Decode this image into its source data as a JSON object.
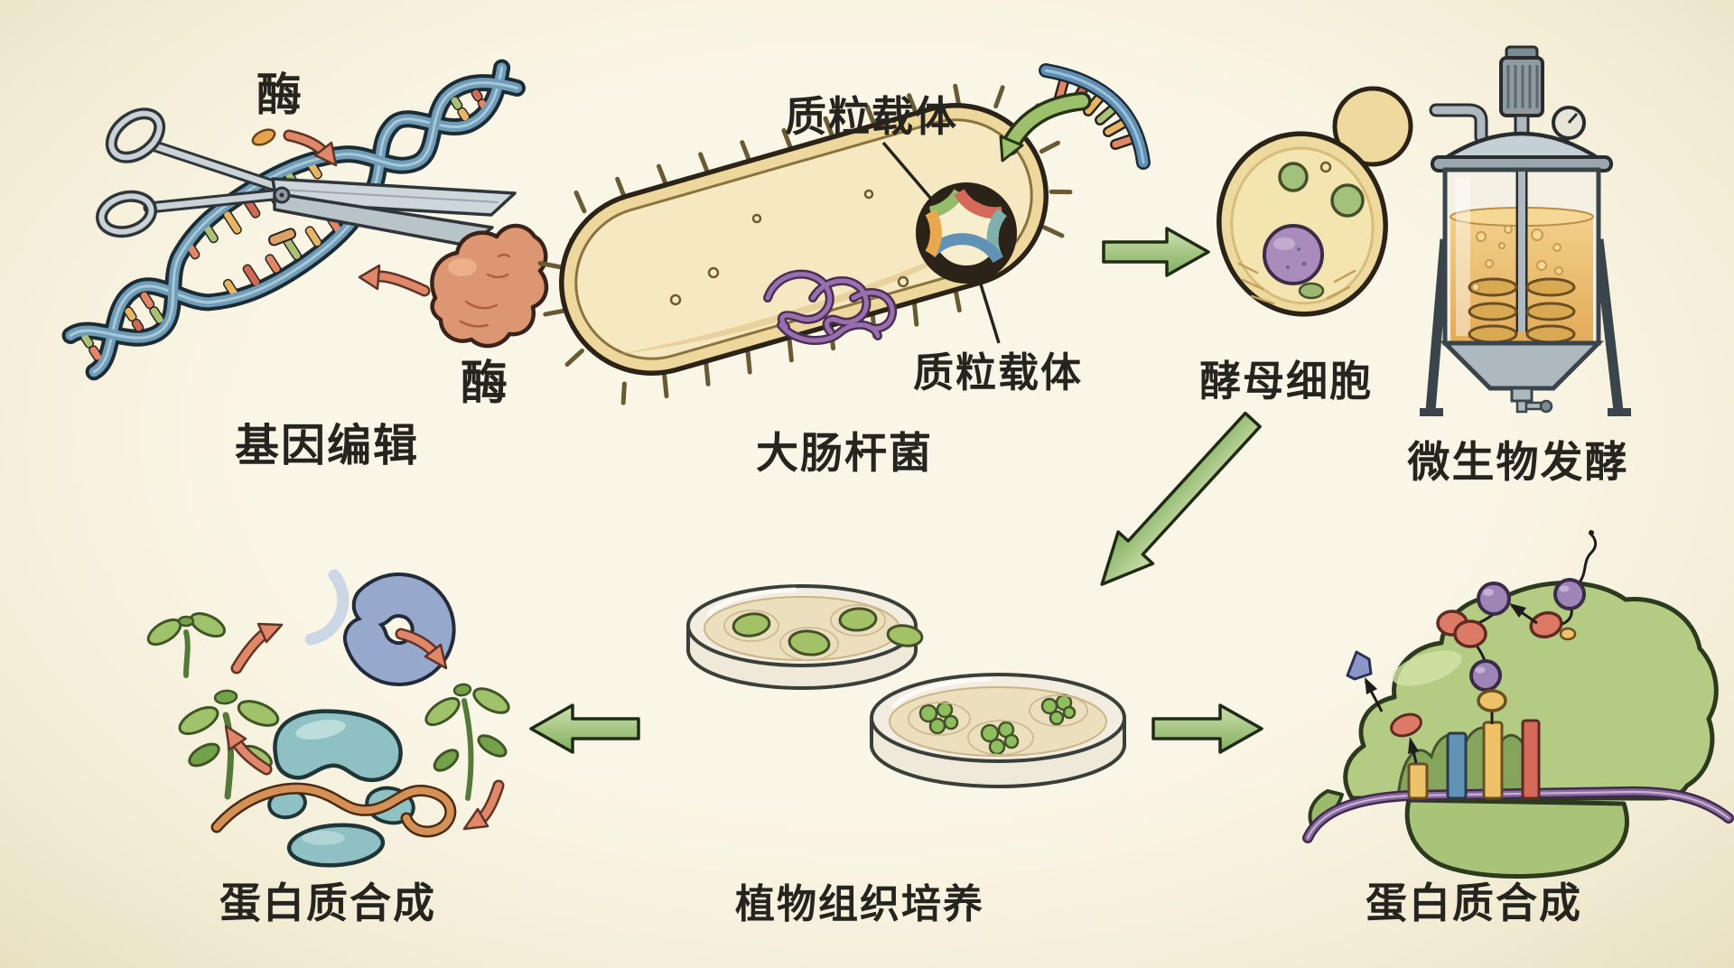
{
  "labels": {
    "enzyme_top": "酶",
    "enzyme_right": "酶",
    "gene_editing": "基因编辑",
    "plasmid_vector_top": "质粒载体",
    "plasmid_vector_bottom": "质粒载体",
    "ecoli": "大肠杆菌",
    "yeast_cell": "酵母细胞",
    "microbial_fermentation": "微生物发酵",
    "protein_synthesis_left": "蛋白质合成",
    "plant_tissue_culture": "植物组织培养",
    "protein_synthesis_right": "蛋白质合成"
  },
  "colors": {
    "background": "#f7f2df",
    "label_ink": "#26241f",
    "arrow_green": "#86b25e",
    "dna_blue": "#6f9cb8",
    "rung_salmon": "#e0876a",
    "rung_green": "#a9c079",
    "rung_yellow": "#e6b566",
    "rung_red": "#cf6a58",
    "enzyme_salmon": "#dd9672",
    "cell_tan": "#eed79c",
    "chromosome_purple": "#9a6fae",
    "plasmid_orange": "#e9a74e",
    "plasmid_blue": "#6292b5",
    "yeast_body": "#eeda9e",
    "nucleus_purple": "#a98cbb",
    "vacuole_green": "#9cbd74",
    "liquid_amber": "#ecbe72",
    "metal_gray": "#aeb9bf",
    "medium_beige": "#ecdfbe",
    "callus_green": "#a3c167",
    "antibody_blue": "#96a8cb",
    "ribosome_teal": "#8fc0c4",
    "ribosome_green": "#b3cb82",
    "mrna_purple": "#8a6a9d"
  },
  "figures": [
    "dna-double-helix",
    "scissors",
    "restriction-enzyme-blob",
    "enzyme-fragment-seed",
    "ecoli-bacterium",
    "bacterial-chromosome-tangle",
    "plasmid-ring",
    "dna-fragment-arc",
    "yeast-cell",
    "bioreactor-fermenter",
    "petri-dish-calli",
    "petri-dish-plantlets",
    "seedlings",
    "antibody-protein",
    "ribosome-teal-complex",
    "mrna-strand",
    "ribosome-green-translation",
    "amino-acid-chain"
  ]
}
